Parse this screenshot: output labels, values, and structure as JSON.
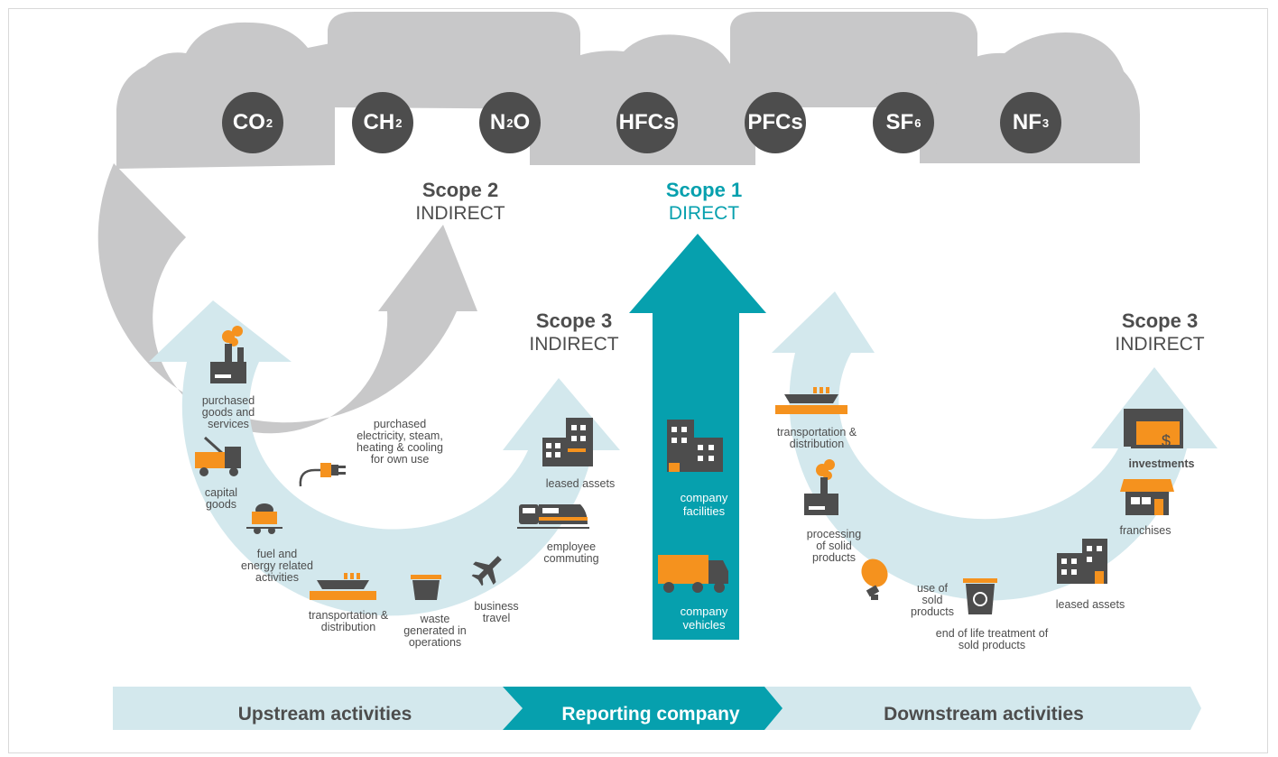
{
  "gases": [
    {
      "main": "CO",
      "sub": "2",
      "post": ""
    },
    {
      "main": "CH",
      "sub": "2",
      "post": ""
    },
    {
      "main": "N",
      "sub": "2",
      "post": "O"
    },
    {
      "main": "HFCs",
      "sub": "",
      "post": ""
    },
    {
      "main": "PFCs",
      "sub": "",
      "post": ""
    },
    {
      "main": "SF",
      "sub": "6",
      "post": ""
    },
    {
      "main": "NF",
      "sub": "3",
      "post": ""
    }
  ],
  "scopes": {
    "scope2": {
      "title": "Scope 2",
      "kind": "INDIRECT"
    },
    "scope1": {
      "title": "Scope 1",
      "kind": "DIRECT"
    },
    "scope3_up": {
      "title": "Scope 3",
      "kind": "INDIRECT"
    },
    "scope3_down": {
      "title": "Scope 3",
      "kind": "INDIRECT"
    }
  },
  "labels": {
    "purchased_goods": "purchased goods and services",
    "purchased_electricity": "purchased electricity, steam, heating & cooling for own use",
    "capital_goods": "capital goods",
    "fuel_energy": "fuel and energy related activities",
    "transport_up": "transportation & distribution",
    "waste": "waste generated in operations",
    "business_travel": "business travel",
    "employee_commuting": "employee commuting",
    "leased_assets_up": "leased assets",
    "company_facilities": "company facilities",
    "company_vehicles": "company vehicles",
    "transport_down": "transportation & distribution",
    "processing": "processing of solid products",
    "use_sold": "use of sold products",
    "end_of_life": "end of life treatment of sold products",
    "leased_assets_down": "leased assets",
    "franchises": "franchises",
    "investments": "investments",
    "dollar": "$"
  },
  "band": {
    "upstream": "Upstream activities",
    "reporting": "Reporting company",
    "downstream": "Downstream activities"
  },
  "colors": {
    "teal": "#06a0ae",
    "light_blue": "#d3e8ed",
    "grey": "#c8c8c9",
    "dark": "#4d4d4d",
    "orange": "#f5921e"
  }
}
